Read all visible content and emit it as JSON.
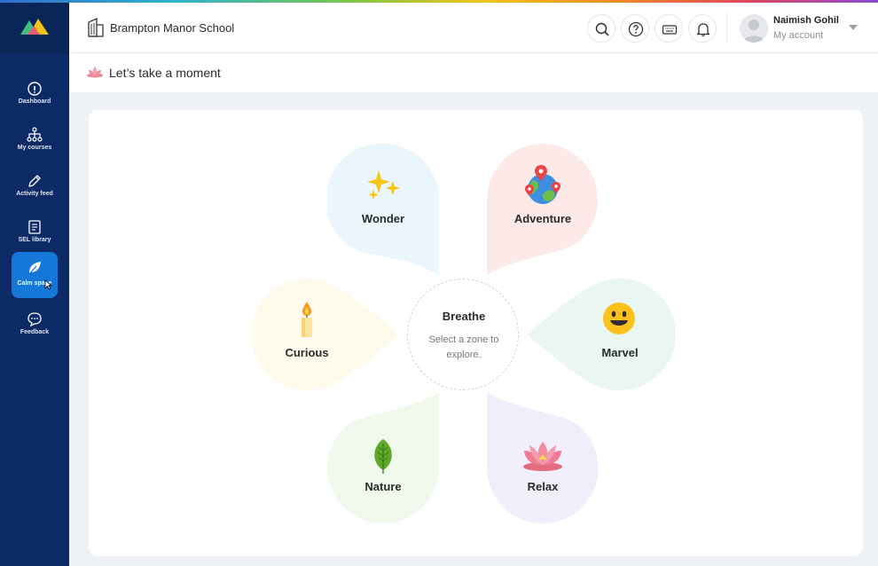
{
  "header": {
    "school_name": "Brampton Manor School",
    "user_name": "Naimish Gohil",
    "user_sub": "My account"
  },
  "sidebar": {
    "items": [
      {
        "label": "Dashboard",
        "icon": "info-icon"
      },
      {
        "label": "My courses",
        "icon": "hierarchy-icon"
      },
      {
        "label": "Activity feed",
        "icon": "pencil-icon"
      },
      {
        "label": "SEL library",
        "icon": "book-icon"
      },
      {
        "label": "Calm space",
        "icon": "leaf-icon",
        "active": true
      },
      {
        "label": "Feedback",
        "icon": "chat-icon"
      }
    ]
  },
  "page": {
    "title": "Let’s take a moment"
  },
  "zones": {
    "wonder": {
      "label": "Wonder",
      "icon": "sparkles-icon",
      "color": "#eaf5fc"
    },
    "adventure": {
      "label": "Adventure",
      "icon": "globe-pins-icon",
      "color": "#fde9e8"
    },
    "curious": {
      "label": "Curious",
      "icon": "candle-icon",
      "color": "#fefaec"
    },
    "marvel": {
      "label": "Marvel",
      "icon": "smiley-icon",
      "color": "#e9f6f1"
    },
    "nature": {
      "label": "Nature",
      "icon": "leaf-emoji-icon",
      "color": "#f1f8ec"
    },
    "relax": {
      "label": "Relax",
      "icon": "lotus-icon",
      "color": "#f1eefb"
    }
  },
  "center": {
    "title": "Breathe",
    "subtitle": "Select a zone to explore."
  }
}
